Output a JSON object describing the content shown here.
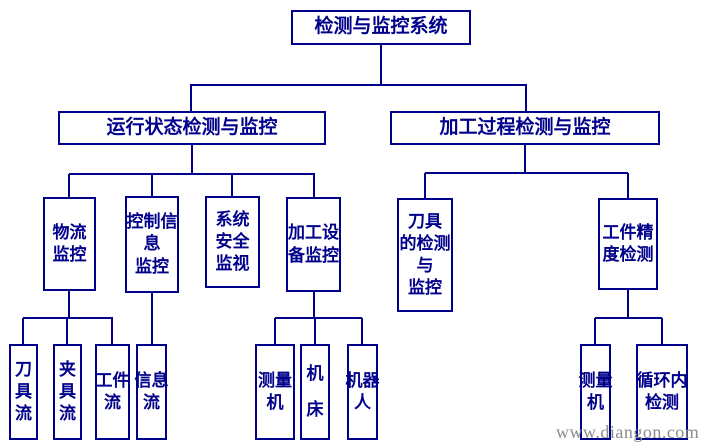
{
  "diagram": {
    "title": "检测与监控系统",
    "watermark": "www.diangon.com",
    "colors": {
      "line": "#00008B",
      "background": "#ffffff",
      "watermark": "#8c8c8c"
    }
  },
  "nodes": [
    {
      "id": "detection-monitoring-system",
      "label": "检测与监控系统",
      "lines": [
        "检测与监控系统"
      ]
    },
    {
      "id": "operating-status-detection",
      "label": "运行状态检测与监控",
      "lines": [
        "运行状态检测与监控"
      ]
    },
    {
      "id": "machining-process-detection",
      "label": "加工过程检测与监控",
      "lines": [
        "加工过程检测与监控"
      ]
    },
    {
      "id": "material-flow-monitoring",
      "label": "物流监控",
      "lines": [
        "物流",
        "监控"
      ]
    },
    {
      "id": "control-info-monitoring",
      "label": "控制信息监控",
      "lines": [
        "控制信",
        "息",
        "监控"
      ]
    },
    {
      "id": "system-safety-monitoring",
      "label": "系统安全监视",
      "lines": [
        "系统",
        "安全",
        "监视"
      ]
    },
    {
      "id": "equipment-monitoring",
      "label": "加工设备监控",
      "lines": [
        "加工设",
        "备监控"
      ]
    },
    {
      "id": "tool-detection-monitoring",
      "label": "刀具的检测与监控",
      "lines": [
        "刀具",
        "的检测",
        "与",
        "监控"
      ]
    },
    {
      "id": "workpiece-accuracy-detection",
      "label": "工件精度检测",
      "lines": [
        "工件精",
        "度检测"
      ]
    },
    {
      "id": "tool-flow",
      "label": "刀具流",
      "lines": [
        "刀",
        "具",
        "流"
      ]
    },
    {
      "id": "fixture-flow",
      "label": "夹具流",
      "lines": [
        "夹",
        "具",
        "流"
      ]
    },
    {
      "id": "workpiece-flow",
      "label": "工件流",
      "lines": [
        "工件",
        "流"
      ]
    },
    {
      "id": "info-flow",
      "label": "信息流",
      "lines": [
        "信息",
        "流"
      ]
    },
    {
      "id": "measuring-machine-1",
      "label": "测量机",
      "lines": [
        "测量",
        "机"
      ]
    },
    {
      "id": "machine-tool",
      "label": "机床",
      "lines": [
        "机",
        "床"
      ]
    },
    {
      "id": "robot",
      "label": "机器人",
      "lines": [
        "机器",
        "人"
      ]
    },
    {
      "id": "measuring-machine-2",
      "label": "测量机",
      "lines": [
        "测量",
        "机"
      ]
    },
    {
      "id": "in-cycle-detection",
      "label": "循环内检测",
      "lines": [
        "循环内",
        "检测"
      ]
    }
  ],
  "edges": [
    [
      "detection-monitoring-system",
      "operating-status-detection"
    ],
    [
      "detection-monitoring-system",
      "machining-process-detection"
    ],
    [
      "operating-status-detection",
      "material-flow-monitoring"
    ],
    [
      "operating-status-detection",
      "control-info-monitoring"
    ],
    [
      "operating-status-detection",
      "system-safety-monitoring"
    ],
    [
      "operating-status-detection",
      "equipment-monitoring"
    ],
    [
      "machining-process-detection",
      "tool-detection-monitoring"
    ],
    [
      "machining-process-detection",
      "workpiece-accuracy-detection"
    ],
    [
      "material-flow-monitoring",
      "tool-flow"
    ],
    [
      "material-flow-monitoring",
      "fixture-flow"
    ],
    [
      "material-flow-monitoring",
      "workpiece-flow"
    ],
    [
      "control-info-monitoring",
      "info-flow"
    ],
    [
      "equipment-monitoring",
      "measuring-machine-1"
    ],
    [
      "equipment-monitoring",
      "machine-tool"
    ],
    [
      "equipment-monitoring",
      "robot"
    ],
    [
      "workpiece-accuracy-detection",
      "measuring-machine-2"
    ],
    [
      "workpiece-accuracy-detection",
      "in-cycle-detection"
    ]
  ]
}
